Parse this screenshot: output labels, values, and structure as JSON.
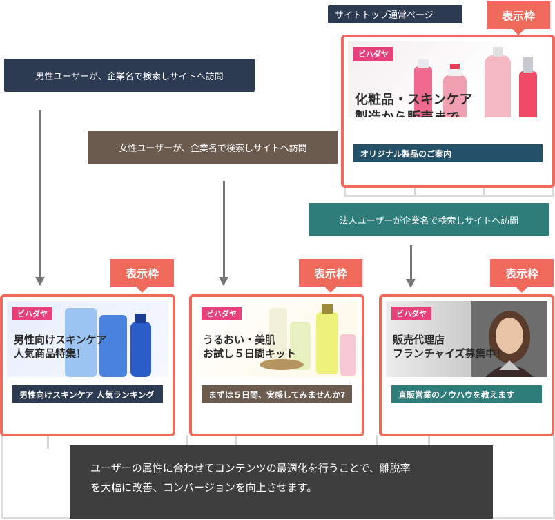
{
  "top_tag": "サイトトップ通常ページ",
  "frame_tab": "表示枠",
  "brand": "ビハダヤ",
  "visitors": {
    "male": "男性ユーザーが、企業名で検索しサイトへ訪問",
    "female": "女性ユーザーが、企業名で検索しサイトへ訪問",
    "corporate": "法人ユーザーが企業名で検索しサイトへ訪問"
  },
  "top_card": {
    "headline_1": "化粧品・スキンケア",
    "headline_2": "製造から販売まで",
    "caption": "オリジナル製品のご案内"
  },
  "male_card": {
    "headline_1": "男性向けスキンケア",
    "headline_2": "人気商品特集！",
    "caption": "男性向けスキンケア 人気ランキング"
  },
  "female_card": {
    "headline_1": "うるおい・美肌",
    "headline_2": "お試し５日間キット",
    "caption": "まずは５日間、実感してみませんか?"
  },
  "corporate_card": {
    "headline_1": "販売代理店",
    "headline_2": "フランチャイズ募集中！",
    "caption": "直販営業のノウハウを教えます"
  },
  "summary": {
    "line_1": "ユーザーの属性に合わせてコンテンツの最適化を行うことで、離脱率",
    "line_2": "を大幅に改善、コンバージョンを向上させます。"
  },
  "colors": {
    "frame": "#ef6a5a",
    "navy": "#2c3a52",
    "brown": "#6b5a4e",
    "teal": "#2e7d7b",
    "caption_navy": "#2c3a52",
    "caption_brown": "#6b5a4e",
    "caption_teal": "#2e7d7b",
    "brand_pink": "#e8407a"
  }
}
